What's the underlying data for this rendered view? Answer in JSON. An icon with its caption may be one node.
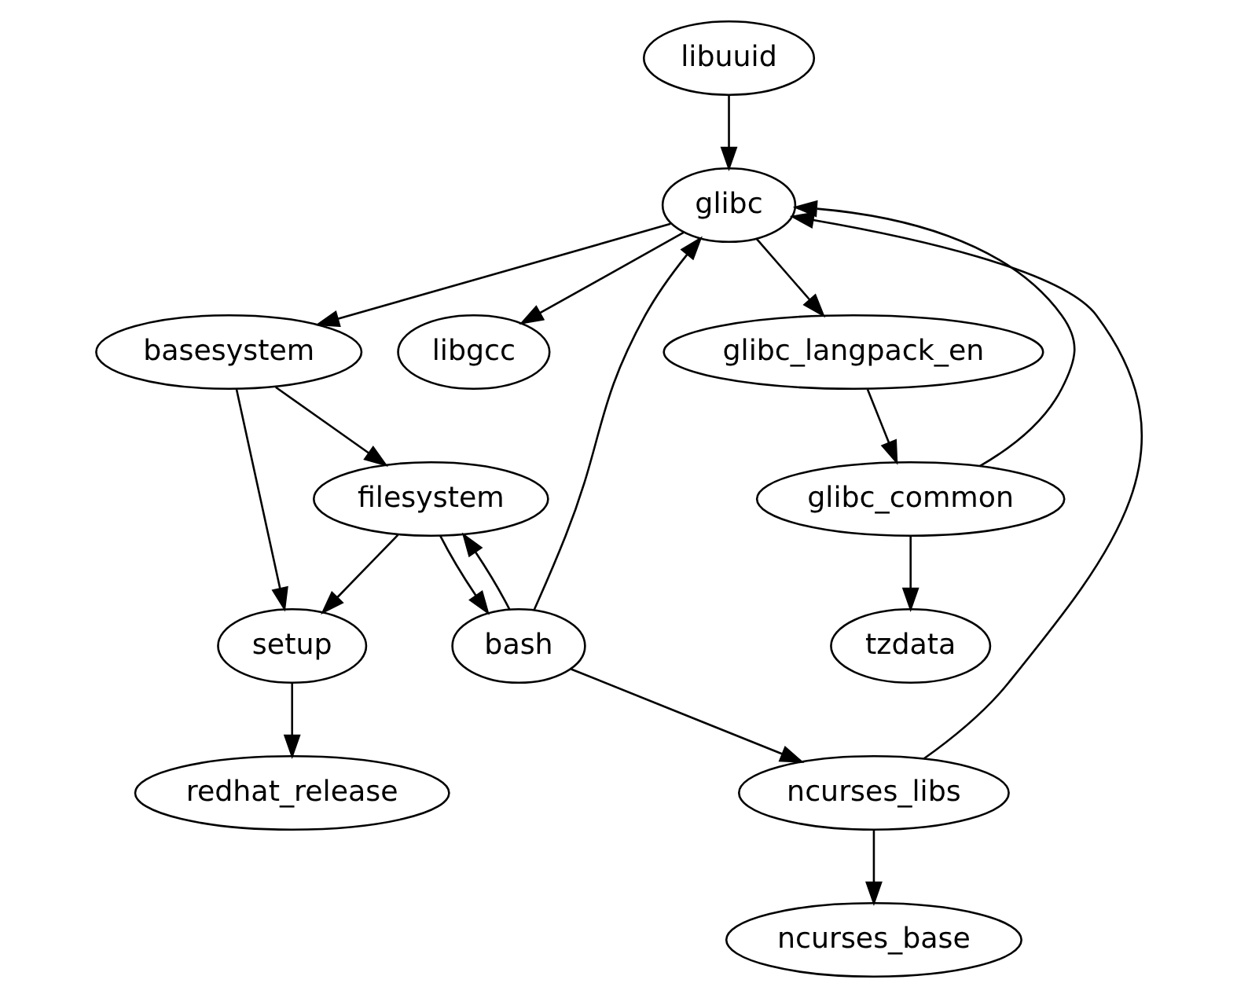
{
  "diagram": {
    "nodes": [
      {
        "text": [
          "libuuid"
        ]
      },
      {
        "text": [
          "glibc"
        ]
      },
      {
        "text": [
          "basesystem"
        ]
      },
      {
        "text": [
          "libgcc"
        ]
      },
      {
        "text": [
          "glibc_langpack_en"
        ]
      },
      {
        "text": [
          "filesystem"
        ]
      },
      {
        "text": [
          "glibc_common"
        ]
      },
      {
        "text": [
          "setup"
        ]
      },
      {
        "text": [
          "bash"
        ]
      },
      {
        "text": [
          "tzdata"
        ]
      },
      {
        "text": [
          "redhat_release"
        ]
      },
      {
        "text": [
          "ncurses_libs"
        ]
      },
      {
        "text": [
          "ncurses_base"
        ]
      }
    ],
    "edges": [
      {
        "from": 0,
        "to": 1,
        "arrow": "to"
      },
      {
        "from": 1,
        "to": 2,
        "arrow": "to"
      },
      {
        "from": 1,
        "to": 3,
        "arrow": "to"
      },
      {
        "from": 1,
        "to": 4,
        "arrow": "to"
      },
      {
        "from": 2,
        "to": 5,
        "arrow": "to"
      },
      {
        "from": 2,
        "to": 7,
        "arrow": "to"
      },
      {
        "from": 4,
        "to": 6,
        "arrow": "to"
      },
      {
        "from": 5,
        "to": 7,
        "arrow": "to"
      },
      {
        "from": 5,
        "to": 8,
        "arrow": "to"
      },
      {
        "from": 8,
        "to": 5,
        "arrow": "to"
      },
      {
        "from": 8,
        "to": 1,
        "arrow": "to"
      },
      {
        "from": 6,
        "to": 1,
        "arrow": "to"
      },
      {
        "from": 6,
        "to": 9,
        "arrow": "to"
      },
      {
        "from": 8,
        "to": 11,
        "arrow": "to"
      },
      {
        "from": 7,
        "to": 10,
        "arrow": "to"
      },
      {
        "from": 11,
        "to": 1,
        "arrow": "to"
      },
      {
        "from": 11,
        "to": 12,
        "arrow": "to"
      }
    ]
  }
}
